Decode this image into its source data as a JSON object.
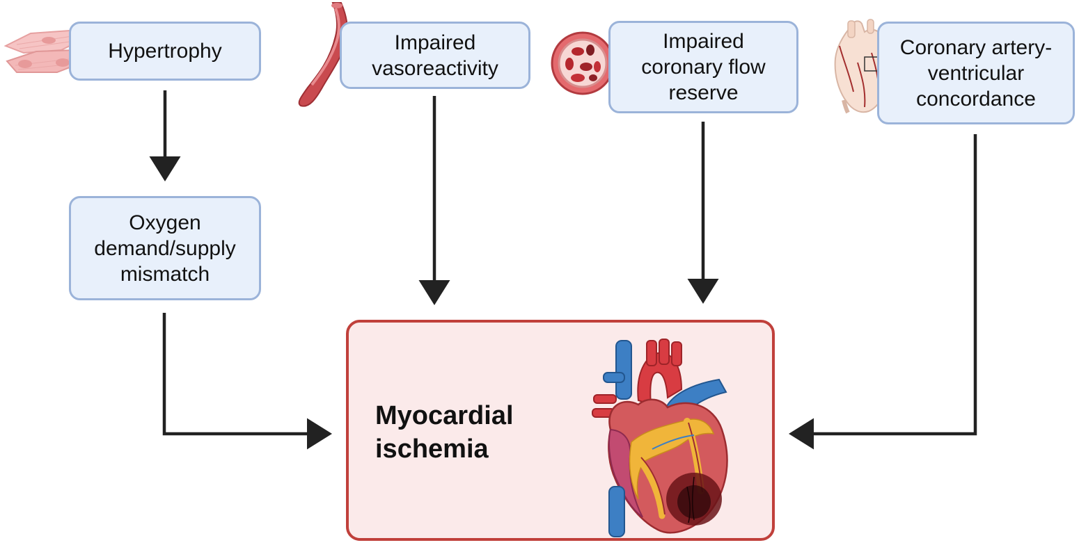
{
  "nodes": {
    "hypertrophy": {
      "lines": [
        "Hypertrophy"
      ]
    },
    "vasoreactivity": {
      "lines": [
        "Impaired",
        "vasoreactivity"
      ]
    },
    "coronary_flow_reserve": {
      "lines": [
        "Impaired",
        "coronary flow",
        "reserve"
      ]
    },
    "concordance": {
      "lines": [
        "Coronary artery-",
        "ventricular",
        "concordance"
      ]
    },
    "oxygen_mismatch": {
      "lines": [
        "Oxygen",
        "demand/supply",
        "mismatch"
      ]
    },
    "ischemia": {
      "lines": [
        "Myocardial",
        "ischemia"
      ]
    }
  },
  "edges": [
    {
      "from": "hypertrophy",
      "to": "oxygen_mismatch"
    },
    {
      "from": "oxygen_mismatch",
      "to": "ischemia"
    },
    {
      "from": "vasoreactivity",
      "to": "ischemia"
    },
    {
      "from": "coronary_flow_reserve",
      "to": "ischemia"
    },
    {
      "from": "concordance",
      "to": "ischemia"
    }
  ],
  "colors": {
    "box_fill": "#e8f0fb",
    "box_border": "#9bb3d9",
    "target_fill": "#fbeaea",
    "target_border": "#c0403b",
    "arrow": "#222222"
  },
  "icons": [
    "muscle-cells-icon",
    "blood-vessel-icon",
    "vessel-cross-section-icon",
    "heart-outline-icon",
    "heart-ischemia-icon"
  ]
}
